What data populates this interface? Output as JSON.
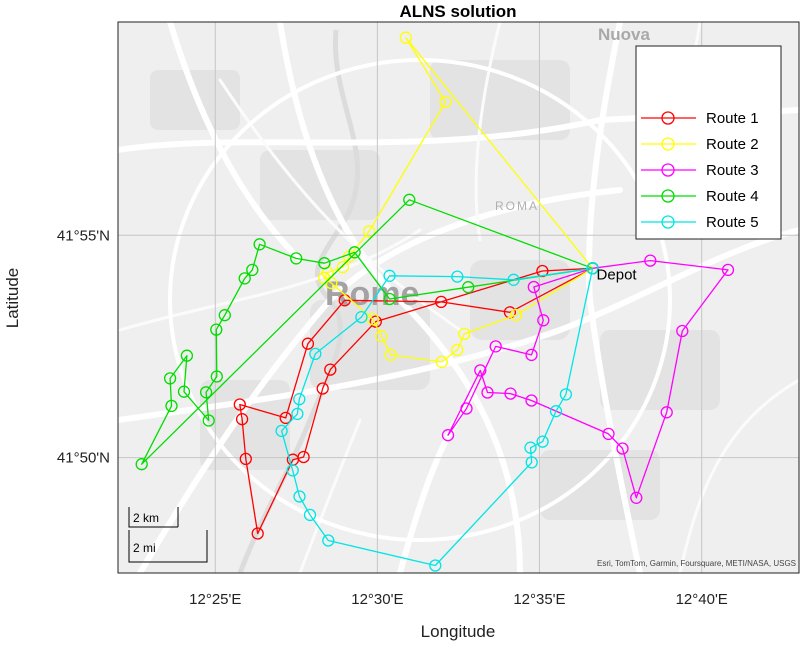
{
  "chart_data": {
    "type": "line",
    "title": "ALNS solution",
    "xlabel": "Longitude",
    "ylabel": "Latitude",
    "xlim": [
      12.3667,
      12.7167
    ],
    "ylim": [
      41.79,
      41.9967
    ],
    "xticks": [
      {
        "value": 12.4167,
        "label": "12°25'E"
      },
      {
        "value": 12.5,
        "label": "12°30'E"
      },
      {
        "value": 12.5833,
        "label": "12°35'E"
      },
      {
        "value": 12.6667,
        "label": "12°40'E"
      }
    ],
    "yticks": [
      {
        "value": 41.8333,
        "label": "41°50'N"
      },
      {
        "value": 41.9167,
        "label": "41°55'N"
      }
    ],
    "grid": true,
    "legend_position": "top-right",
    "depot": {
      "label": "Depot",
      "x": 12.6106,
      "y": 41.9043
    },
    "series": [
      {
        "name": "Route 1",
        "color": "#ff0000",
        "points": [
          [
            12.6106,
            41.9043
          ],
          [
            12.5848,
            41.9033
          ],
          [
            12.4992,
            41.8843
          ],
          [
            12.4758,
            41.8663
          ],
          [
            12.4719,
            41.8592
          ],
          [
            12.4621,
            41.8335
          ],
          [
            12.4566,
            41.8325
          ],
          [
            12.4385,
            41.8048
          ],
          [
            12.4324,
            41.8328
          ],
          [
            12.4305,
            41.8477
          ],
          [
            12.4293,
            41.8532
          ],
          [
            12.4529,
            41.8482
          ],
          [
            12.4643,
            41.876
          ],
          [
            12.4832,
            41.8923
          ],
          [
            12.5328,
            41.8917
          ],
          [
            12.5681,
            41.8878
          ],
          [
            12.6106,
            41.9043
          ]
        ]
      },
      {
        "name": "Route 2",
        "color": "#ffff00",
        "points": [
          [
            12.6106,
            41.9043
          ],
          [
            12.5713,
            41.8868
          ],
          [
            12.5447,
            41.8797
          ],
          [
            12.5411,
            41.8737
          ],
          [
            12.5331,
            41.8692
          ],
          [
            12.5069,
            41.8718
          ],
          [
            12.5021,
            41.8788
          ],
          [
            12.4977,
            41.8852
          ],
          [
            12.4763,
            41.8988
          ],
          [
            12.4727,
            41.9007
          ],
          [
            12.4744,
            41.9027
          ],
          [
            12.4823,
            41.9047
          ],
          [
            12.4854,
            41.9087
          ],
          [
            12.4958,
            41.9182
          ],
          [
            12.535,
            41.9667
          ],
          [
            12.5146,
            41.9908
          ],
          [
            12.6106,
            41.9043
          ]
        ]
      },
      {
        "name": "Route 3",
        "color": "#ff00ff",
        "points": [
          [
            12.6106,
            41.9043
          ],
          [
            12.6403,
            41.9072
          ],
          [
            12.6802,
            41.9037
          ],
          [
            12.6567,
            41.8808
          ],
          [
            12.6487,
            41.8503
          ],
          [
            12.6331,
            41.8182
          ],
          [
            12.626,
            41.8367
          ],
          [
            12.6188,
            41.8422
          ],
          [
            12.5792,
            41.8547
          ],
          [
            12.5684,
            41.8573
          ],
          [
            12.5566,
            41.8577
          ],
          [
            12.5529,
            41.866
          ],
          [
            12.5363,
            41.8417
          ],
          [
            12.5458,
            41.8517
          ],
          [
            12.5608,
            41.875
          ],
          [
            12.5792,
            41.8718
          ],
          [
            12.5853,
            41.8848
          ],
          [
            12.5804,
            41.8973
          ],
          [
            12.6106,
            41.9043
          ]
        ]
      },
      {
        "name": "Route 4",
        "color": "#00dd00",
        "points": [
          [
            12.6106,
            41.9043
          ],
          [
            12.5467,
            41.8972
          ],
          [
            12.5063,
            41.8928
          ],
          [
            12.4883,
            41.9103
          ],
          [
            12.4728,
            41.9062
          ],
          [
            12.4583,
            41.908
          ],
          [
            12.4395,
            41.9133
          ],
          [
            12.4357,
            41.9037
          ],
          [
            12.4318,
            41.9005
          ],
          [
            12.4216,
            41.8867
          ],
          [
            12.4172,
            41.8813
          ],
          [
            12.4175,
            41.8637
          ],
          [
            12.412,
            41.8578
          ],
          [
            12.4133,
            41.8472
          ],
          [
            12.4006,
            41.858
          ],
          [
            12.4021,
            41.8715
          ],
          [
            12.3935,
            41.863
          ],
          [
            12.3942,
            41.8527
          ],
          [
            12.3789,
            41.8308
          ],
          [
            12.5164,
            41.93
          ],
          [
            12.6106,
            41.9043
          ]
        ]
      },
      {
        "name": "Route 5",
        "color": "#00e5e5",
        "points": [
          [
            12.6106,
            41.9043
          ],
          [
            12.57,
            41.9
          ],
          [
            12.5411,
            41.9012
          ],
          [
            12.5063,
            41.9015
          ],
          [
            12.4918,
            41.886
          ],
          [
            12.4681,
            41.8722
          ],
          [
            12.4599,
            41.8552
          ],
          [
            12.4589,
            41.8497
          ],
          [
            12.4508,
            41.8433
          ],
          [
            12.4565,
            41.8285
          ],
          [
            12.46,
            41.8187
          ],
          [
            12.4654,
            41.8118
          ],
          [
            12.4748,
            41.8022
          ],
          [
            12.5298,
            41.7928
          ],
          [
            12.5793,
            41.8315
          ],
          [
            12.5787,
            41.837
          ],
          [
            12.5849,
            41.8393
          ],
          [
            12.5918,
            41.8507
          ],
          [
            12.5969,
            41.857
          ],
          [
            12.6106,
            41.9043
          ]
        ]
      }
    ]
  },
  "map_labels": {
    "nuova": "Nuova",
    "rome": "Rome",
    "roma": "ROMA"
  },
  "scalebar": {
    "km": "2 km",
    "mi": "2 mi"
  },
  "attribution": "Esri, TomTom, Garmin, Foursquare, METI/NASA, USGS"
}
